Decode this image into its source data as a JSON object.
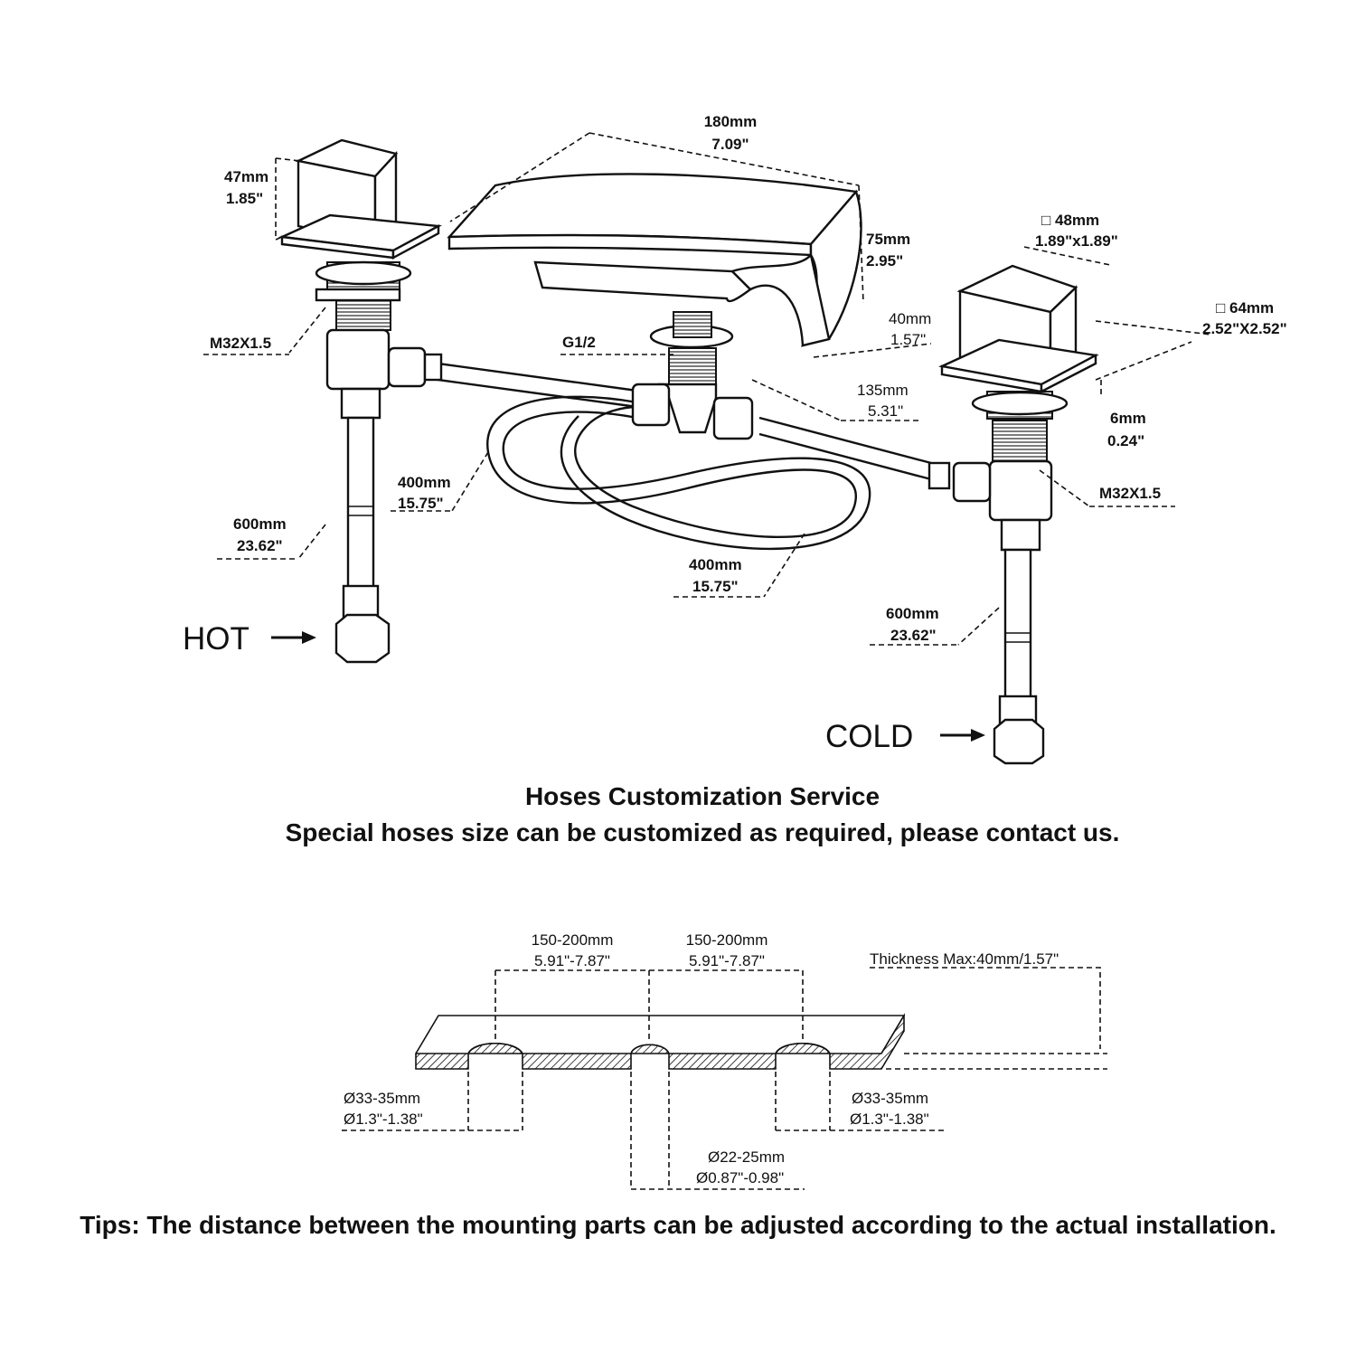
{
  "labels": {
    "overall_width": [
      "180mm",
      "7.09\""
    ],
    "handle_height": [
      "47mm",
      "1.85\""
    ],
    "spout_height": [
      "75mm",
      "2.95\""
    ],
    "handle_square": [
      "□ 48mm",
      "1.89\"x1.89\""
    ],
    "base_square": [
      "□ 64mm",
      "2.52\"X2.52\""
    ],
    "thread_left": "M32X1.5",
    "thread_right": "M32X1.5",
    "inlet_thread": "G1/2",
    "spout_depth": [
      "40mm",
      "1.57\""
    ],
    "spout_projection": [
      "135mm",
      "5.31\""
    ],
    "base_thickness": [
      "6mm",
      "0.24\""
    ],
    "hose_left": [
      "400mm",
      "15.75\""
    ],
    "hose_right": [
      "400mm",
      "15.75\""
    ],
    "supply_hot": [
      "600mm",
      "23.62\""
    ],
    "supply_cold": [
      "600mm",
      "23.62\""
    ],
    "hot": "HOT",
    "cold": "COLD"
  },
  "service": {
    "title": "Hoses Customization Service",
    "subtitle": "Special hoses size can be customized as required, please contact us."
  },
  "install": {
    "spacing_left": [
      "150-200mm",
      "5.91\"-7.87\""
    ],
    "spacing_right": [
      "150-200mm",
      "5.91\"-7.87\""
    ],
    "thickness": "Thickness Max:40mm/1.57\"",
    "hole_left": [
      "Ø33-35mm",
      "Ø1.3\"-1.38\""
    ],
    "hole_right": [
      "Ø33-35mm",
      "Ø1.3\"-1.38\""
    ],
    "hole_center": [
      "Ø22-25mm",
      "Ø0.87\"-0.98\""
    ]
  },
  "tips": "Tips: The distance between the mounting parts can be adjusted according to the actual installation."
}
